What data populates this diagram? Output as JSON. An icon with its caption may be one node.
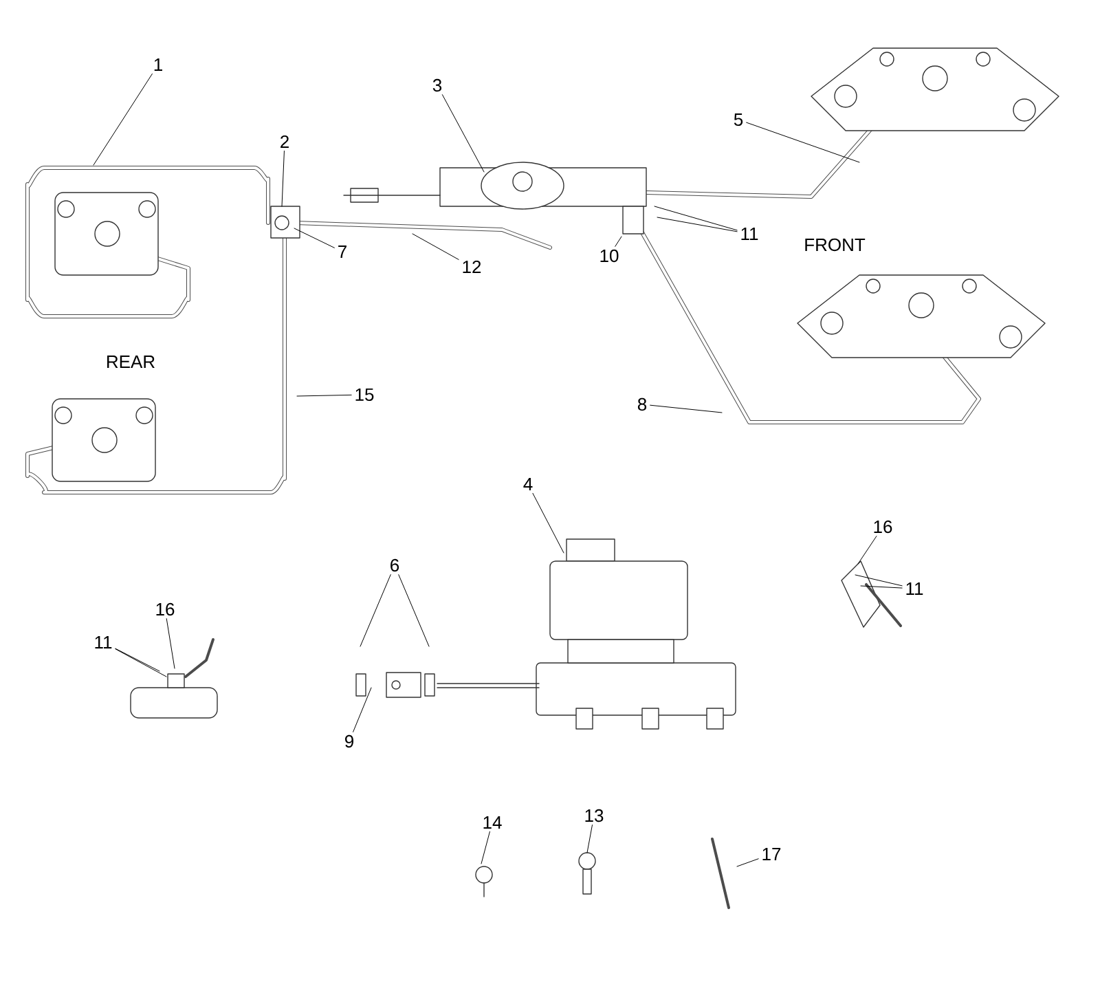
{
  "diagram": {
    "nodes": [
      {
        "text": [
          "1"
        ]
      },
      {
        "text": [
          "2"
        ]
      },
      {
        "text": [
          "3"
        ]
      },
      {
        "text": [
          "5"
        ]
      },
      {
        "text": [
          "7"
        ]
      },
      {
        "text": [
          "12"
        ]
      },
      {
        "text": [
          "10"
        ]
      },
      {
        "text": [
          "11"
        ]
      },
      {
        "text": [
          "8"
        ]
      },
      {
        "text": [
          "15"
        ]
      },
      {
        "text": [
          "4"
        ]
      },
      {
        "text": [
          "16"
        ]
      },
      {
        "text": [
          "11"
        ]
      },
      {
        "text": [
          "6"
        ]
      },
      {
        "text": [
          "9"
        ]
      },
      {
        "text": [
          "16"
        ]
      },
      {
        "text": [
          "11"
        ]
      },
      {
        "text": [
          "14"
        ]
      },
      {
        "text": [
          "13"
        ]
      },
      {
        "text": [
          "17"
        ]
      }
    ],
    "edges": [
      {
        "from": 0,
        "to": null,
        "arrow": "none"
      },
      {
        "from": 1,
        "to": null,
        "arrow": "none"
      },
      {
        "from": 2,
        "to": null,
        "arrow": "none"
      },
      {
        "from": 3,
        "to": null,
        "arrow": "none"
      },
      {
        "from": 4,
        "to": null,
        "arrow": "none"
      },
      {
        "from": 5,
        "to": null,
        "arrow": "none"
      },
      {
        "from": 6,
        "to": null,
        "arrow": "none"
      },
      {
        "from": 7,
        "to": null,
        "arrow": "none"
      },
      {
        "from": 7,
        "to": null,
        "arrow": "none"
      },
      {
        "from": 8,
        "to": null,
        "arrow": "none"
      },
      {
        "from": 9,
        "to": null,
        "arrow": "none"
      },
      {
        "from": 10,
        "to": null,
        "arrow": "none"
      },
      {
        "from": 11,
        "to": null,
        "arrow": "none"
      },
      {
        "from": 12,
        "to": null,
        "arrow": "none"
      },
      {
        "from": 12,
        "to": null,
        "arrow": "none"
      },
      {
        "from": 13,
        "to": null,
        "arrow": "none"
      },
      {
        "from": 13,
        "to": null,
        "arrow": "none"
      },
      {
        "from": 14,
        "to": null,
        "arrow": "none"
      },
      {
        "from": 15,
        "to": null,
        "arrow": "none"
      },
      {
        "from": 16,
        "to": null,
        "arrow": "none"
      },
      {
        "from": 16,
        "to": null,
        "arrow": "none"
      },
      {
        "from": 17,
        "to": null,
        "arrow": "none"
      },
      {
        "from": 18,
        "to": null,
        "arrow": "none"
      },
      {
        "from": 19,
        "to": null,
        "arrow": "none"
      }
    ],
    "labels": [
      "FRONT",
      "REAR"
    ]
  }
}
